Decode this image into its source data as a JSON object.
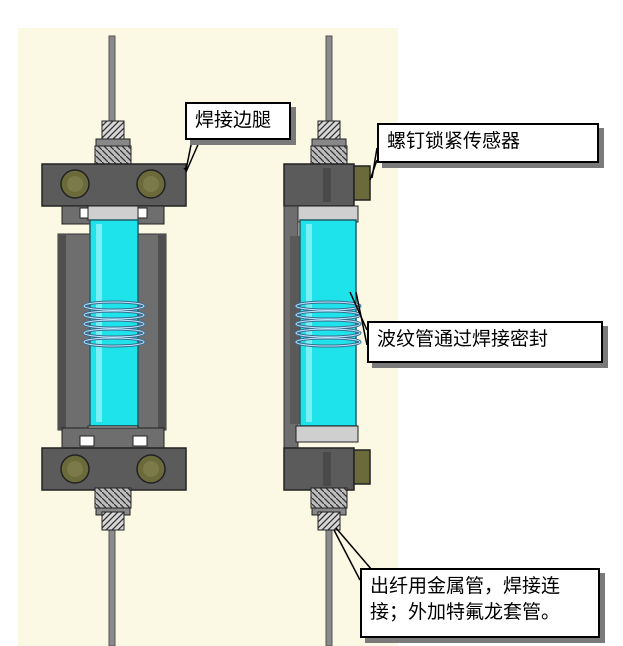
{
  "labels": {
    "weld_leg": "焊接边腿",
    "screw_lock": "螺钉锁紧传感器",
    "bellows_seal": "波纹管通过焊接密封",
    "fiber_tube": "出纤用金属管，焊接连接；外加特氟龙套管。"
  },
  "colors": {
    "background_panel": "#fbf8e4",
    "body_dark": "#5b5b5b",
    "body_mid": "#6e6e6e",
    "tube_cyan": "#1ee3ea",
    "nut_olive": "#6b6a3b",
    "fiber_gray": "#8a8a8a"
  }
}
